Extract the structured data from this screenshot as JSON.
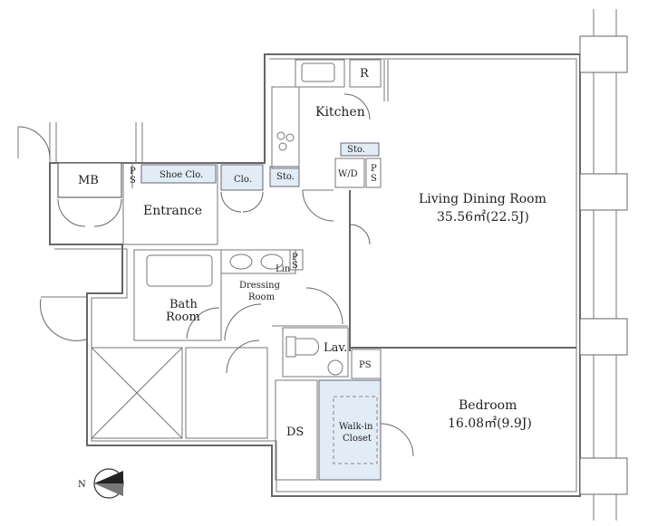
{
  "rooms": {
    "living": {
      "name": "Living Dining Room",
      "area": "35.56㎡(22.5J)"
    },
    "bedroom": {
      "name": "Bedroom",
      "area": "16.08㎡(9.9J)"
    },
    "kitchen": "Kitchen",
    "entrance": "Entrance",
    "bath_line1": "Bath",
    "bath_line2": "Room",
    "dressing_line1": "Dressing",
    "dressing_line2": "Room",
    "walkin_line1": "Walk-in",
    "walkin_line2": "Closet",
    "lav": "Lav.",
    "ds": "DS",
    "mb": "MB"
  },
  "labels": {
    "ps": "PS",
    "ps_v1": "P",
    "ps_v2": "S",
    "shoe_clo": "Shoe Clo.",
    "clo": "Clo.",
    "sto": "Sto.",
    "r": "R",
    "wd": "W/D",
    "lin": "Lin"
  },
  "compass": {
    "north": "N"
  }
}
